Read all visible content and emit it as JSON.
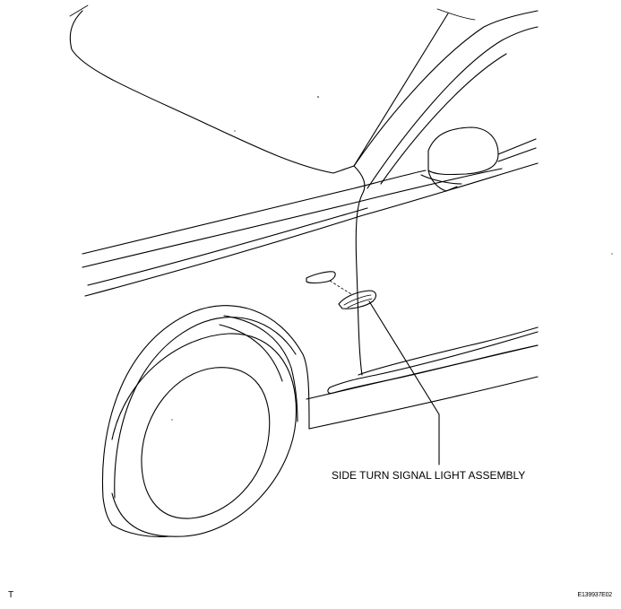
{
  "diagram": {
    "callout": {
      "label": "SIDE TURN SIGNAL LIGHT ASSEMBLY"
    },
    "corner_left_text": "T",
    "figure_code": "E139937E02",
    "colors": {
      "line": "#000000",
      "background": "#ffffff"
    },
    "icons": [
      "car-front-quarter-illustration",
      "turn-signal-lamp-icon"
    ]
  }
}
